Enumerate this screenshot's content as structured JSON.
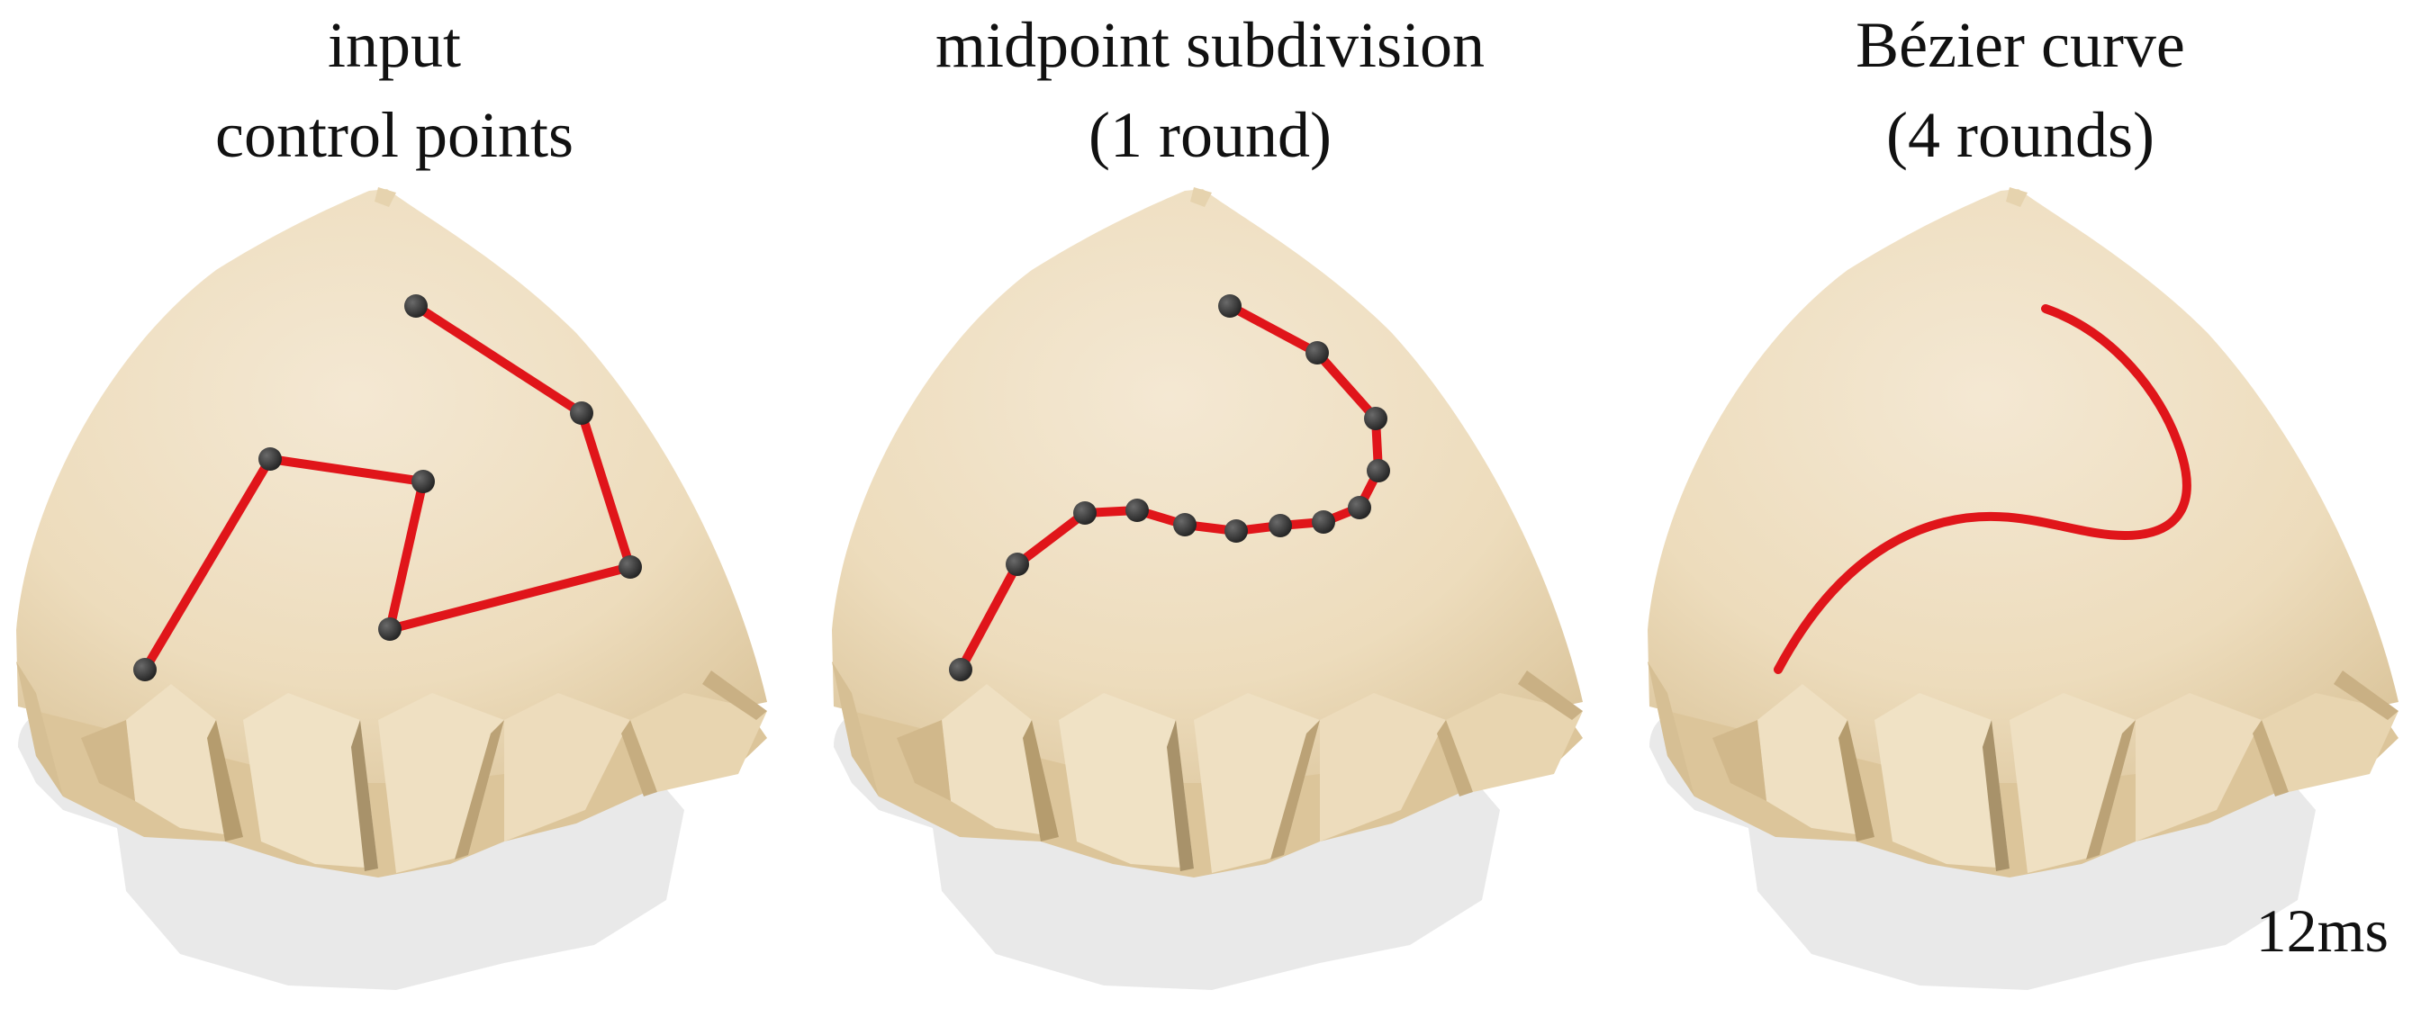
{
  "panels": [
    {
      "id": "input",
      "title_lines": [
        "input",
        "control points"
      ],
      "show": "polygon"
    },
    {
      "id": "subdivision",
      "title_lines": [
        "midpoint subdivision",
        "(1 round)"
      ],
      "show": "polygon"
    },
    {
      "id": "bezier",
      "title_lines": [
        "Bézier curve",
        "(4 rounds)"
      ],
      "show": "curve"
    }
  ],
  "timing_label": "12ms",
  "colors": {
    "surface_light": "#f3e7d2",
    "surface_mid": "#ead9b9",
    "surface_dark": "#cdb68a",
    "surface_shadow": "#a8926a",
    "ground_shadow": "#e6e6e6",
    "curve": "#e0151a",
    "point": "#333333"
  }
}
